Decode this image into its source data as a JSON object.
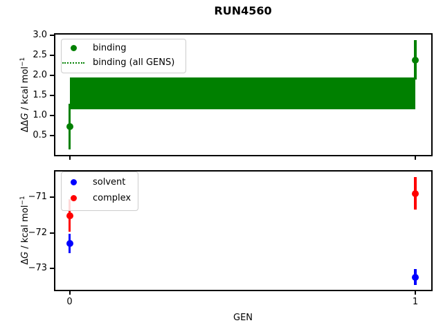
{
  "title": "RUN4560",
  "xlabel": "GEN",
  "colors": {
    "binding": "#008000",
    "solvent": "#0000ff",
    "complex": "#ff0000",
    "frame": "#000000",
    "legend_border": "#cccccc",
    "background": "#ffffff"
  },
  "top_plot": {
    "ylabel": {
      "prefix": "ΔΔ",
      "variable": "G",
      "unit": " / kcal mol",
      "superscript": "−1"
    },
    "legend": [
      {
        "label": "binding",
        "marker": "dot",
        "color": "#008000"
      },
      {
        "label": "binding (all GENS)",
        "marker": "dotted-line",
        "color": "#008000"
      }
    ]
  },
  "bottom_plot": {
    "ylabel": {
      "prefix": "Δ",
      "variable": "G",
      "unit": " / kcal mol",
      "superscript": "−1"
    },
    "legend": [
      {
        "label": "solvent",
        "marker": "dot",
        "color": "#0000ff"
      },
      {
        "label": "complex",
        "marker": "dot",
        "color": "#ff0000"
      }
    ]
  },
  "chart_data": [
    {
      "type": "scatter",
      "subtype": "errorbar",
      "title": "RUN4560",
      "ylabel": "ΔΔG / kcal mol⁻¹",
      "xlabel": "GEN",
      "x": [
        0,
        1
      ],
      "xtick_labels": [
        "0",
        "1"
      ],
      "xlim": [
        -0.05,
        1.05
      ],
      "ylim": [
        -0.02,
        3.05
      ],
      "yticks": [
        {
          "v": 3.0,
          "label": "3.0"
        },
        {
          "v": 2.5,
          "label": "2.5"
        },
        {
          "v": 2.0,
          "label": "2.0"
        },
        {
          "v": 1.5,
          "label": "1.5"
        },
        {
          "v": 1.0,
          "label": "1.0"
        },
        {
          "v": 0.5,
          "label": "0.5"
        }
      ],
      "legend_position": "upper left",
      "grid": false,
      "series": [
        {
          "name": "binding (all GENS)",
          "type": "band",
          "style": "dotted",
          "color": "#008000",
          "center": 1.55,
          "lower": 1.15,
          "upper": 1.95
        },
        {
          "name": "binding",
          "type": "errorbar",
          "marker": "o",
          "color": "#008000",
          "x": [
            0,
            1
          ],
          "y": [
            0.72,
            2.38
          ],
          "yerr": [
            0.57,
            0.49
          ]
        }
      ]
    },
    {
      "type": "scatter",
      "subtype": "errorbar",
      "ylabel": "ΔG / kcal mol⁻¹",
      "xlabel": "GEN",
      "x": [
        0,
        1
      ],
      "xtick_labels": [
        "0",
        "1"
      ],
      "xlim": [
        -0.05,
        1.05
      ],
      "ylim": [
        -73.63,
        -70.25
      ],
      "yticks": [
        {
          "v": -71,
          "label": "−71"
        },
        {
          "v": -72,
          "label": "−72"
        },
        {
          "v": -73,
          "label": "−73"
        }
      ],
      "legend_position": "upper left",
      "grid": false,
      "series": [
        {
          "name": "solvent",
          "type": "errorbar",
          "marker": "o",
          "color": "#0000ff",
          "x": [
            0,
            1
          ],
          "y": [
            -72.29,
            -73.24
          ],
          "yerr": [
            0.27,
            0.22
          ]
        },
        {
          "name": "complex",
          "type": "errorbar",
          "marker": "o",
          "color": "#ff0000",
          "x": [
            0,
            1
          ],
          "y": [
            -71.52,
            -70.9
          ],
          "yerr": [
            0.45,
            0.46
          ]
        }
      ]
    }
  ]
}
